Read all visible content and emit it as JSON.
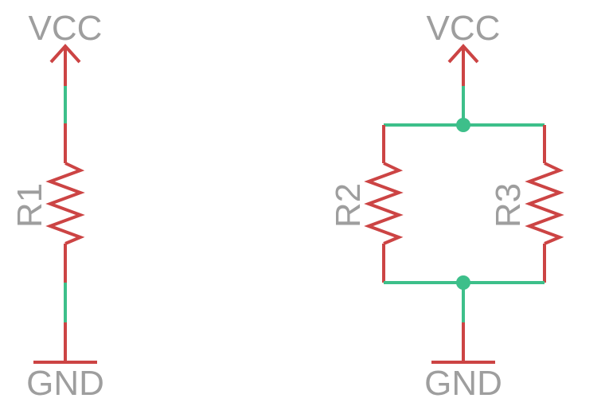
{
  "circuits": [
    {
      "vcc_label": "VCC",
      "gnd_label": "GND",
      "resistors": [
        "R1"
      ]
    },
    {
      "vcc_label": "VCC",
      "gnd_label": "GND",
      "resistors": [
        "R2",
        "R3"
      ]
    }
  ],
  "colors": {
    "symbol": "#cc4444",
    "wire": "#3dbf8a",
    "label": "#9e9e9e",
    "background": "#ffffff"
  }
}
